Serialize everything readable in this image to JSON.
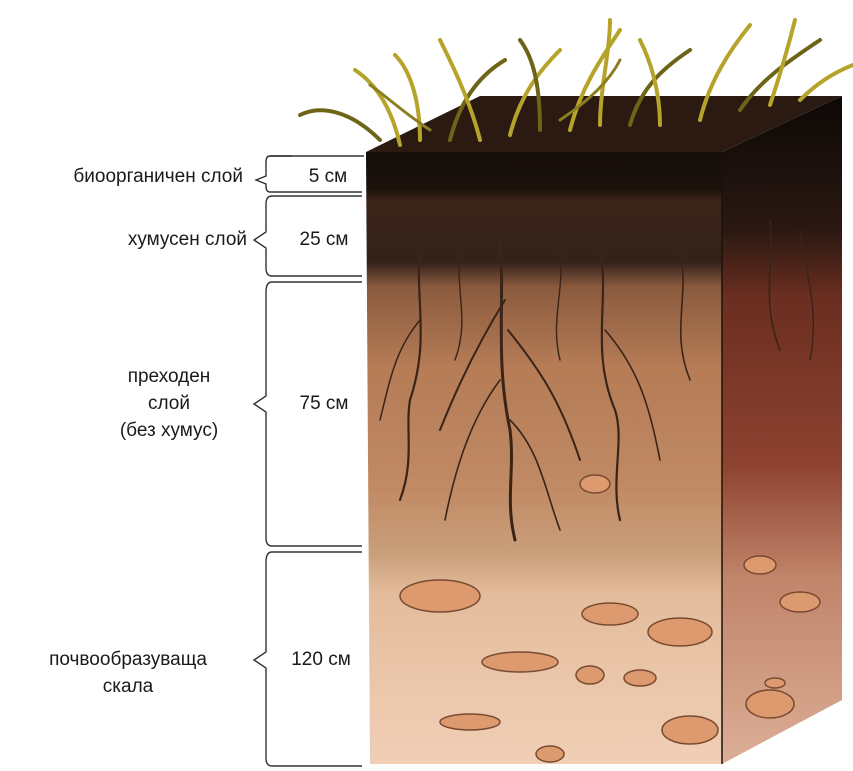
{
  "layers": [
    {
      "name_lines": [
        "биоорганичен слой"
      ],
      "depth": "5 см",
      "color": "#1c120c"
    },
    {
      "name_lines": [
        "хумусен слой"
      ],
      "depth": "25 см",
      "color": "#3b2418"
    },
    {
      "name_lines": [
        "преходен",
        "слой",
        "(без хумус)"
      ],
      "depth": "75 см",
      "color": "#b87a52"
    },
    {
      "name_lines": [
        "почвообразуваща",
        "скала"
      ],
      "depth": "120 см",
      "color": "#e7b99a"
    }
  ],
  "colors": {
    "grass": "#b6a32a",
    "grass_dark": "#6e6418",
    "roots": "#3a2418",
    "side_shade": "#7a3c2a",
    "stones": "#dc9a6e"
  }
}
